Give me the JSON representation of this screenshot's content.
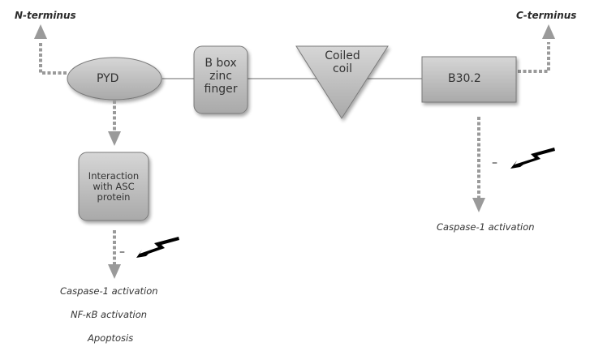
{
  "termini": {
    "n": "N-terminus",
    "c": "C-terminus"
  },
  "domains": {
    "pyd": "PYD",
    "bbox": [
      "B box",
      "zinc",
      "finger"
    ],
    "coiled": [
      "Coiled",
      "coil"
    ],
    "b302": "B30.2"
  },
  "interaction": [
    "Interaction",
    "with ASC",
    "protein"
  ],
  "outcomes_left": [
    "Caspase-1 activation",
    "NF-κB activation",
    "Apoptosis"
  ],
  "outcome_right": "Caspase-1 activation",
  "inhibit_symbol": "–",
  "colors": {
    "box_fill": "#b9b9b9",
    "box_stroke": "#7a7a7a",
    "dashed_arrow": "#9a9a9a",
    "line": "#9a9a9a",
    "bolt": "#000000"
  },
  "icons": [
    "lightning-bolt-icon",
    "dashed-arrow-icon"
  ]
}
